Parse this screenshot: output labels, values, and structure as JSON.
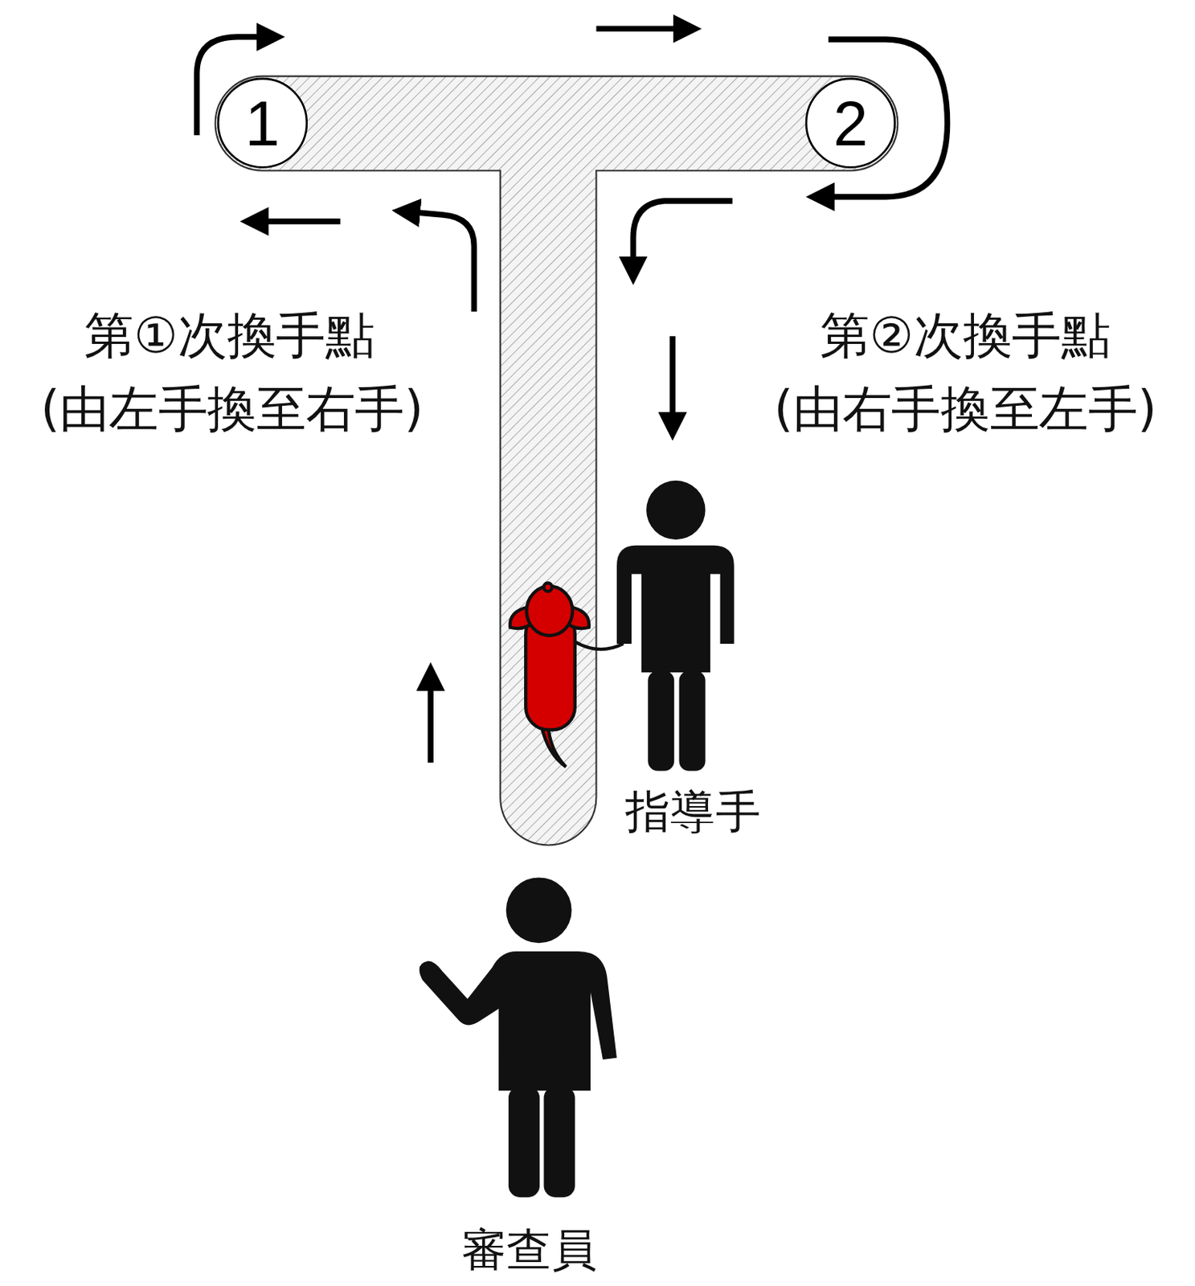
{
  "diagram": {
    "nodes": [
      {
        "text": [
          "1"
        ]
      },
      {
        "text": [
          "2"
        ]
      }
    ],
    "labels": [
      "第①次換手點",
      "(由左手換至右手)",
      "第②次換手點",
      "(由右手換至左手)",
      "指導手",
      "審查員"
    ]
  }
}
